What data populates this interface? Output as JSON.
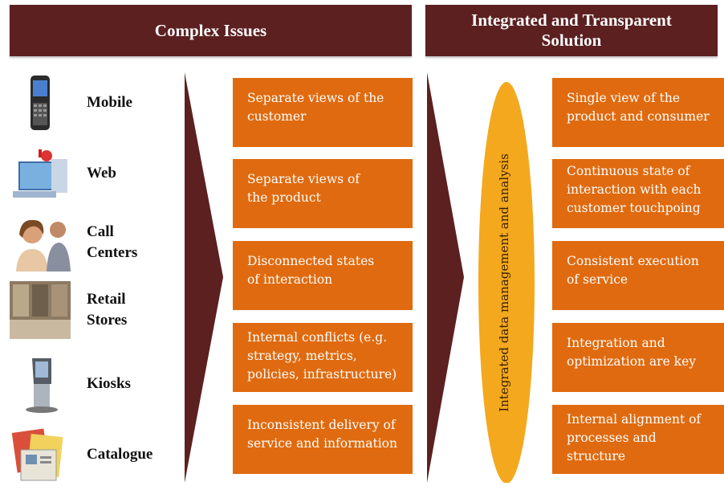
{
  "headers": {
    "left": "Complex Issues",
    "right": "Integrated and Transparent\nSolution"
  },
  "channels": [
    {
      "label": "Mobile",
      "icon": "mobile-phone-icon"
    },
    {
      "label": "Web",
      "icon": "computer-icon"
    },
    {
      "label": "Call\nCenters",
      "icon": "call-center-photo"
    },
    {
      "label": "Retail\nStores",
      "icon": "retail-store-photo"
    },
    {
      "label": "Kiosks",
      "icon": "kiosk-icon"
    },
    {
      "label": "Catalogue",
      "icon": "catalogue-icon"
    }
  ],
  "issues": [
    "Separate views of the\ncustomer",
    "Separate views of\nthe product",
    "Disconnected states\nof interaction",
    "Internal conflicts (e.g.\nstrategy, metrics,\npolicies, infrastructure)",
    "Inconsistent delivery of\nservice and information"
  ],
  "oval_label": "Integrated data management and analysis",
  "solutions": [
    "Single view of the\nproduct and consumer",
    "Continuous state of\ninteraction with each\ncustomer touchpoing",
    "Consistent execution\nof service",
    "Integration and\noptimization are key",
    "Internal alignment of\nprocesses and\nstructure"
  ],
  "colors": {
    "header": "#5c2020",
    "arrow": "#5c2020",
    "box": "#e06a0f",
    "oval": "#f3a81e"
  }
}
